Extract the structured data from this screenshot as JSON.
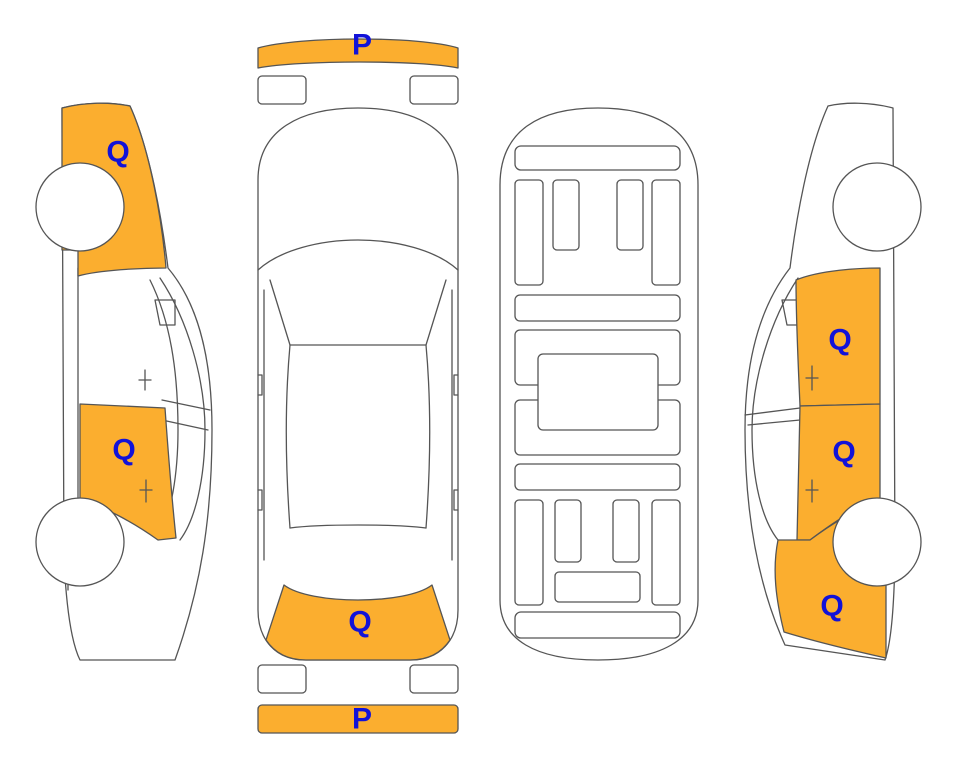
{
  "colors": {
    "damage_fill": "#FBAE2F",
    "label_color": "#1212D8",
    "outline": "#555555"
  },
  "marks": {
    "front_bumper": "P",
    "rear_bumper": "P",
    "top_rear_window": "Q",
    "left_front_fender": "Q",
    "left_rear_door": "Q",
    "right_front_door": "Q",
    "right_rear_door": "Q",
    "right_rear_quarter": "Q"
  }
}
